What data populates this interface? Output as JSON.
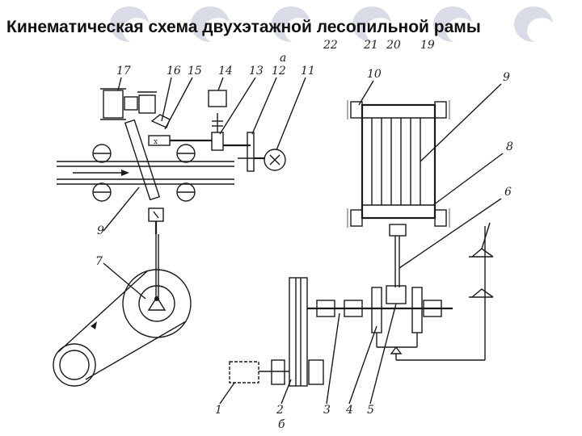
{
  "slide": {
    "title": "Кинематическая схема двухэтажной лесопильной рамы",
    "decor_color": "#d9dbe6"
  },
  "labels": {
    "n1": "1",
    "n2": "2",
    "n3": "3",
    "n4": "4",
    "n5": "5",
    "n6": "6",
    "n6b": "б",
    "n7": "7",
    "n8": "8",
    "n9a": "9",
    "n9b": "9",
    "n10": "10",
    "n11": "11",
    "n12": "12",
    "n13": "13",
    "n14": "14",
    "n15": "15",
    "n16": "16",
    "n17": "17",
    "na": "а",
    "n22": "22",
    "n21": "21",
    "n20": "20",
    "n19": "19"
  }
}
